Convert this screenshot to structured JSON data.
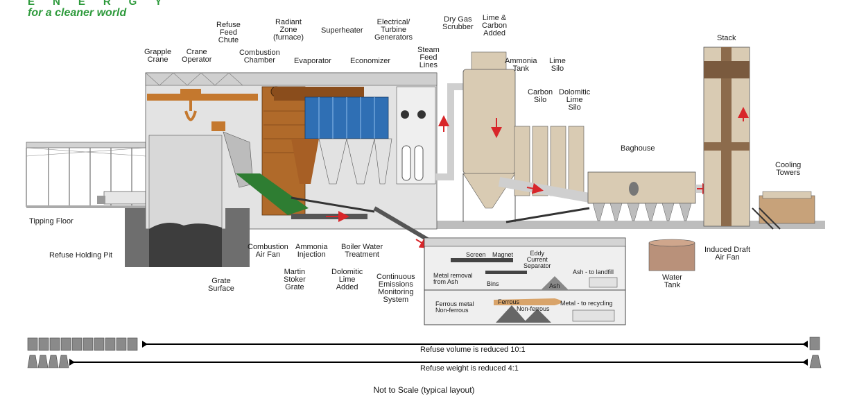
{
  "brand": {
    "word": "ENERGY",
    "tagline": "for a cleaner world"
  },
  "labels": {
    "grapple_crane": "Grapple\nCrane",
    "crane_operator": "Crane\nOperator",
    "refuse_feed_chute": "Refuse\nFeed\nChute",
    "combustion_chamber": "Combustion\nChamber",
    "radiant_zone": "Radiant\nZone\n(furnace)",
    "evaporator": "Evaporator",
    "superheater": "Superheater",
    "economizer": "Economizer",
    "turbine_generators": "Electrical/\nTurbine\nGenerators",
    "steam_feed_lines": "Steam\nFeed\nLines",
    "dry_gas_scrubber": "Dry Gas\nScrubber",
    "lime_carbon_added": "Lime &\nCarbon\nAdded",
    "ammonia_tank": "Ammonia\nTank",
    "lime_silo": "Lime\nSilo",
    "carbon_silo": "Carbon\nSilo",
    "dolomitic_lime_silo": "Dolomitic\nLime\nSilo",
    "stack": "Stack",
    "baghouse": "Baghouse",
    "cooling_towers": "Cooling\nTowers",
    "tipping_floor": "Tipping Floor",
    "refuse_holding_pit": "Refuse Holding Pit",
    "grate_surface": "Grate\nSurface",
    "combustion_air_fan": "Combustion\nAir Fan",
    "ammonia_injection": "Ammonia\nInjection",
    "martin_stoker_grate": "Martin\nStoker\nGrate",
    "dolomitic_lime_added": "Dolomitic\nLime\nAdded",
    "boiler_water_treatment": "Boiler Water\nTreatment",
    "cems": "Continuous\nEmissions\nMonitoring\nSystem",
    "water_tank": "Water\nTank",
    "induced_draft_fan": "Induced Draft\nAir Fan"
  },
  "ash_plant": {
    "screen": "Screen",
    "magnet": "Magnet",
    "eddy_current": "Eddy\nCurrent\nSeparator",
    "ash_landfill": "Ash - to landfill",
    "metal_removal": "Metal removal\nfrom Ash",
    "bins": "Bins",
    "ash": "Ash",
    "ferrous_metal": "Ferrous metal\nNon-ferrous",
    "ferrous": "Ferrous",
    "non_ferrous": "Non-ferrous",
    "metal_recycling": "Metal - to recycling"
  },
  "reduction": {
    "volume_text": "Refuse volume is reduced 10:1",
    "volume_can_count": 10,
    "weight_text": "Refuse weight is reduced 4:1",
    "weight_bag_count": 4
  },
  "footnote": "Not to Scale (typical layout)",
  "colors": {
    "brand_green": "#2e9a3c",
    "building_gray": "#c9c9c9",
    "tan": "#d9cbb3",
    "boiler_brown": "#b06a2a",
    "superheater_blue": "#2f6fb4",
    "grate_green": "#2e7d32",
    "arrow_red": "#d8262a"
  }
}
